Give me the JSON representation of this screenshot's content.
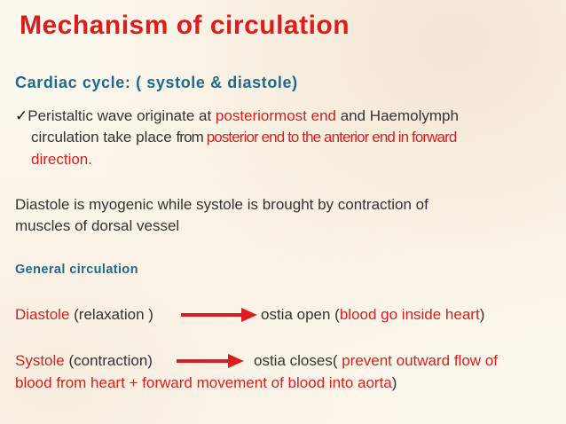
{
  "slide": {
    "title": "Mechanism of circulation",
    "subtitle": "Cardiac cycle: ( systole & diastole)",
    "bullet": {
      "check": "✓",
      "line1_a": "Peristaltic wave originate at ",
      "line1_b": "posteriormost end",
      "line1_c": " and Haemolymph",
      "line2_a": "circulation take place ",
      "line2_b": "from ",
      "line2_c": "posterior end to the anterior end in forward",
      "line3": "direction."
    },
    "para": {
      "line1": "Diastole is myogenic while systole is brought by contraction of",
      "line2": "muscles of dorsal vessel"
    },
    "general_heading": "General circulation",
    "diastole_row": {
      "term": "Diastole",
      "desc": " (relaxation )",
      "result_a": "ostia open (",
      "result_b": "blood go inside heart",
      "result_c": ")"
    },
    "systole_row": {
      "term": "Systole",
      "desc": " (contraction)",
      "result_a": "ostia closes( ",
      "result_b": "prevent outward flow of",
      "line2_a": "blood from heart + forward movement of blood into aorta",
      "line2_b": ")"
    },
    "colors": {
      "accent_red": "#d81e1e",
      "accent_blue": "#1f6a8c",
      "text": "#333333"
    }
  }
}
